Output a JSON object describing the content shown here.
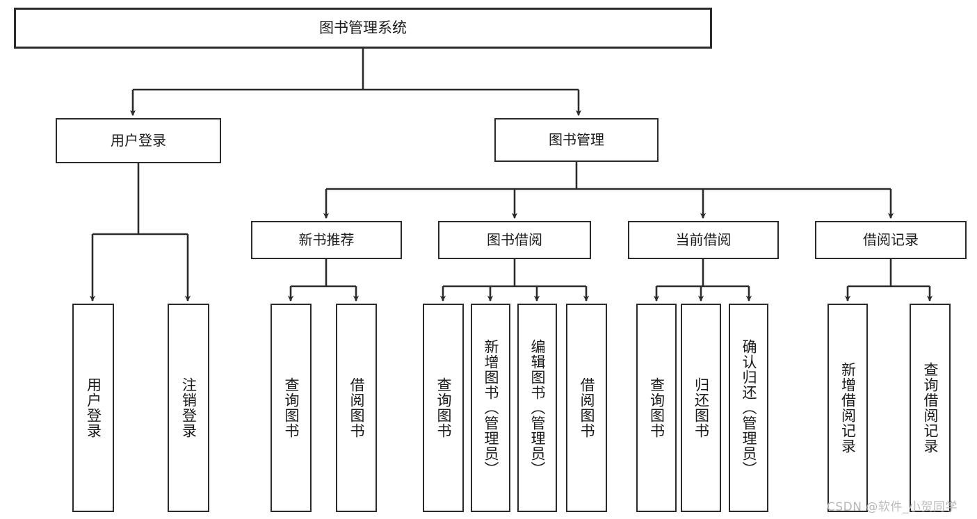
{
  "diagram": {
    "title": "图书管理系统",
    "type": "functional-structure-tree",
    "watermark": "CSDN @软件_小贺同学",
    "colors": {
      "stroke": "#2b2b2b",
      "fill": "#ffffff",
      "text": "#1a1a1a",
      "watermark": "#b9b9b9"
    },
    "root": {
      "label": "图书管理系统"
    },
    "level2": [
      {
        "label": "用户登录"
      },
      {
        "label": "图书管理"
      }
    ],
    "level3": [
      {
        "label": "新书推荐"
      },
      {
        "label": "图书借阅"
      },
      {
        "label": "当前借阅"
      },
      {
        "label": "借阅记录"
      }
    ],
    "leaves": {
      "user_login": [
        {
          "label": "用户登录"
        },
        {
          "label": "注销登录"
        }
      ],
      "new_book_recommend": [
        {
          "label": "查询图书"
        },
        {
          "label": "借阅图书"
        }
      ],
      "book_borrow": [
        {
          "label": "查询图书"
        },
        {
          "label": "新增图书（管理员）"
        },
        {
          "label": "编辑图书（管理员）"
        },
        {
          "label": "借阅图书"
        }
      ],
      "current_borrow": [
        {
          "label": "查询图书"
        },
        {
          "label": "归还图书"
        },
        {
          "label": "确认归还（管理员）"
        }
      ],
      "borrow_record": [
        {
          "label": "新增借阅记录"
        },
        {
          "label": "查询借阅记录"
        }
      ]
    }
  }
}
